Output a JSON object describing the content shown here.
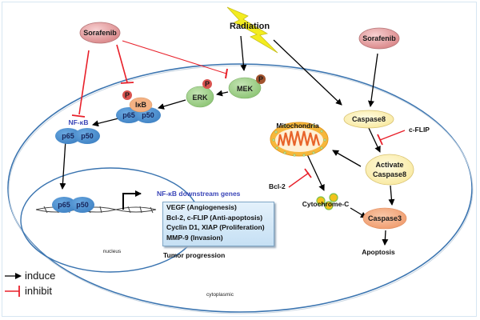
{
  "diagram": {
    "nodes": {
      "sorafenib_left": "Sorafenib",
      "sorafenib_right": "Sorafenib",
      "radiation": "Radiation",
      "mek": "MEK",
      "erk": "ERK",
      "ikb": "IκB",
      "p_label": "P",
      "nfkb_label": "NF-κB",
      "p65": "p65",
      "p50": "p50",
      "caspase8": "Caspase8",
      "activate_caspase8_line1": "Activate",
      "activate_caspase8_line2": "Caspase8",
      "caspase3": "Caspase3",
      "mitochondria": "Mitochondria",
      "cytochrome_c": "Cytochrome-C",
      "bcl2": "Bcl-2",
      "cflip": "c-FLIP",
      "apoptosis": "Apoptosis",
      "nucleus": "nucleus",
      "cytoplasmic": "cytoplasmic",
      "downstream_genes_title": "NF-κB downstream genes",
      "tumor_progression": "Tumor progression"
    },
    "downstream_genes": [
      "VEGF (Angiogenesis)",
      "Bcl-2, c-FLIP (Anti-apoptosis)",
      "Cyclin D1, XIAP (Proliferation)",
      "MMP-9 (Invasion)"
    ],
    "legend": {
      "induce": "induce",
      "inhibit": "inhibit"
    },
    "colors": {
      "induce": "#000000",
      "inhibit": "#e8202a",
      "membrane": "#3a74b0",
      "sorafenib": "#e8a3a5",
      "kinase_green": "#9fd08a",
      "nfkb_blue": "#4a90d0",
      "ikb_orange": "#f4b183",
      "caspase_yellow": "#fdf1b0",
      "caspase3_salmon": "#f4a67a",
      "phospho_red": "#d9534f",
      "phospho_brown": "#a0522d"
    }
  }
}
